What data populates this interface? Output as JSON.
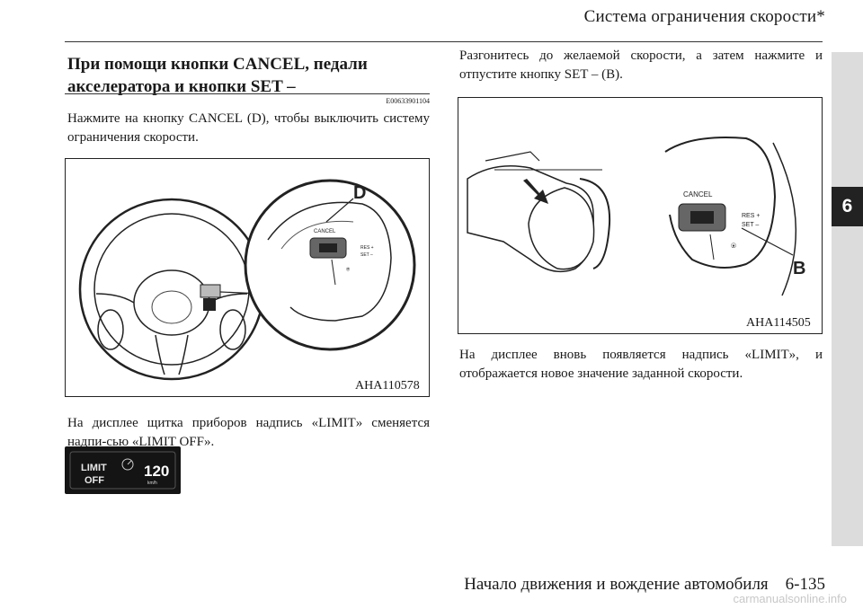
{
  "header": {
    "title": "Система ограничения скорости*"
  },
  "chapter_tab": {
    "number": "6"
  },
  "section": {
    "title_line1": "При помощи кнопки CANCEL, педали",
    "title_line2": "акселератора и кнопки SET –",
    "code": "E00633901104"
  },
  "left": {
    "para1": "Нажмите на кнопку CANCEL (D), чтобы выключить систему ограничения скорости.",
    "figure1": {
      "label": "AHA110578",
      "callout": "D",
      "btn_cancel": "CANCEL",
      "btn_res": "RES +",
      "btn_set": "SET –"
    },
    "para2": "На дисплее щитка приборов надпись «LIMIT» сменяется надпи-сью «LIMIT OFF».",
    "display": {
      "line1": "LIMIT",
      "line2": "OFF",
      "speed": "120",
      "unit": "km/h"
    }
  },
  "right": {
    "para1": "Разгонитесь до желаемой скорости, а затем нажмите и отпустите кнопку SET – (B).",
    "figure2": {
      "label": "AHA114505",
      "callout": "B",
      "btn_cancel": "CANCEL",
      "btn_res": "RES +",
      "btn_set": "SET –"
    },
    "para2": "На дисплее вновь появляется надпись «LIMIT», и отображается новое значение заданной скорости."
  },
  "footer": {
    "text": "Начало движения и вождение автомобиля    6-135"
  },
  "watermark": "carmanualsonline.info"
}
